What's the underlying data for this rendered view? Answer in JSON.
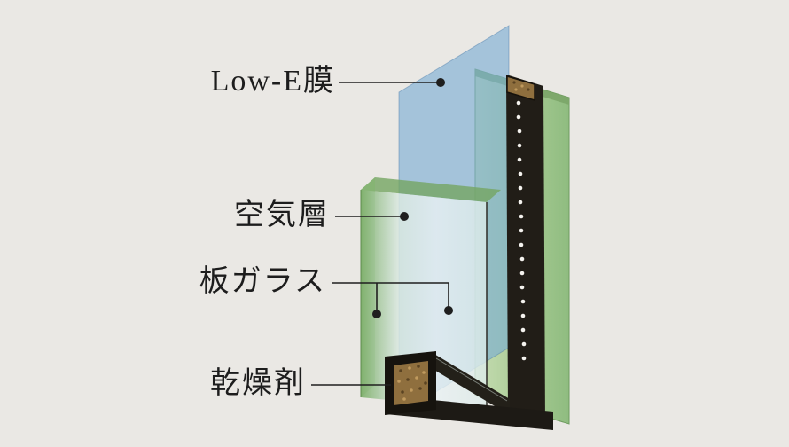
{
  "labels": {
    "low_e_film": "Low-E膜",
    "air_layer": "空気層",
    "plate_glass": "板ガラス",
    "desiccant": "乾燥剤"
  },
  "colors": {
    "background": "#eae8e4",
    "film_blue": "#79add4",
    "glass_green": "#8fbc7d",
    "glass_green_dark": "#74a562",
    "glass_green_light": "#c6dcb2",
    "spacer_black": "#211d17",
    "desiccant_brown": "#8f6f3e",
    "vent_hole_white": "#f4f2ee",
    "leader_line": "#1f1f1f"
  }
}
